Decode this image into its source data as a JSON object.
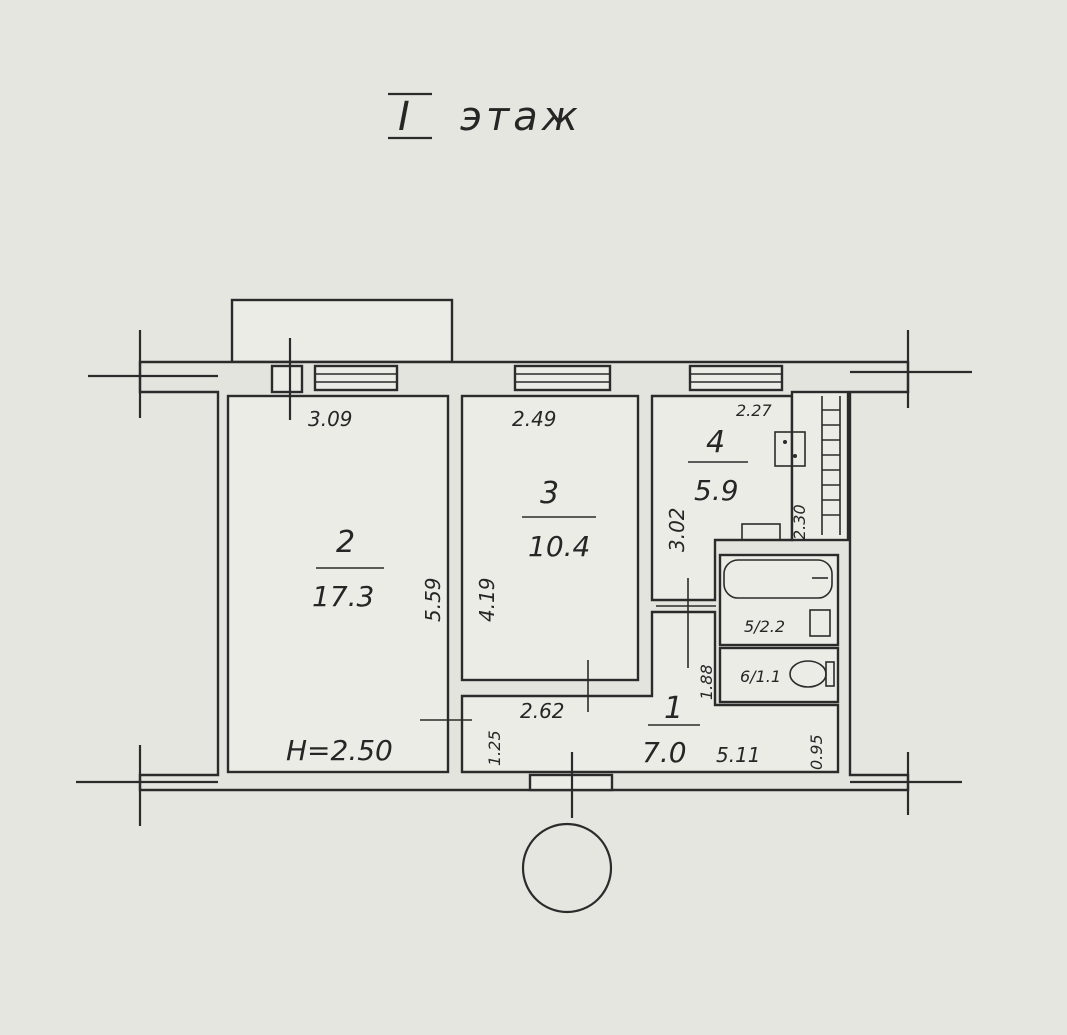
{
  "title": {
    "roman": "I",
    "word": "этаж"
  },
  "rooms": {
    "room2": {
      "number": "2",
      "area": "17.3",
      "width": "3.09",
      "length": "5.59"
    },
    "room3": {
      "number": "3",
      "area": "10.4",
      "width": "2.49",
      "length": "4.19"
    },
    "room4": {
      "number": "4",
      "area": "5.9",
      "width": "2.27",
      "side": "3.02",
      "depth": "2.30"
    },
    "room1": {
      "number": "1",
      "area": "7.0",
      "length": "5.11",
      "width": "2.62",
      "side": "1.88",
      "depth": "0.95",
      "left": "1.25"
    },
    "room5": {
      "label": "5/2.2"
    },
    "room6": {
      "label": "6/1.1"
    }
  },
  "ceiling_height": "H=2.50"
}
